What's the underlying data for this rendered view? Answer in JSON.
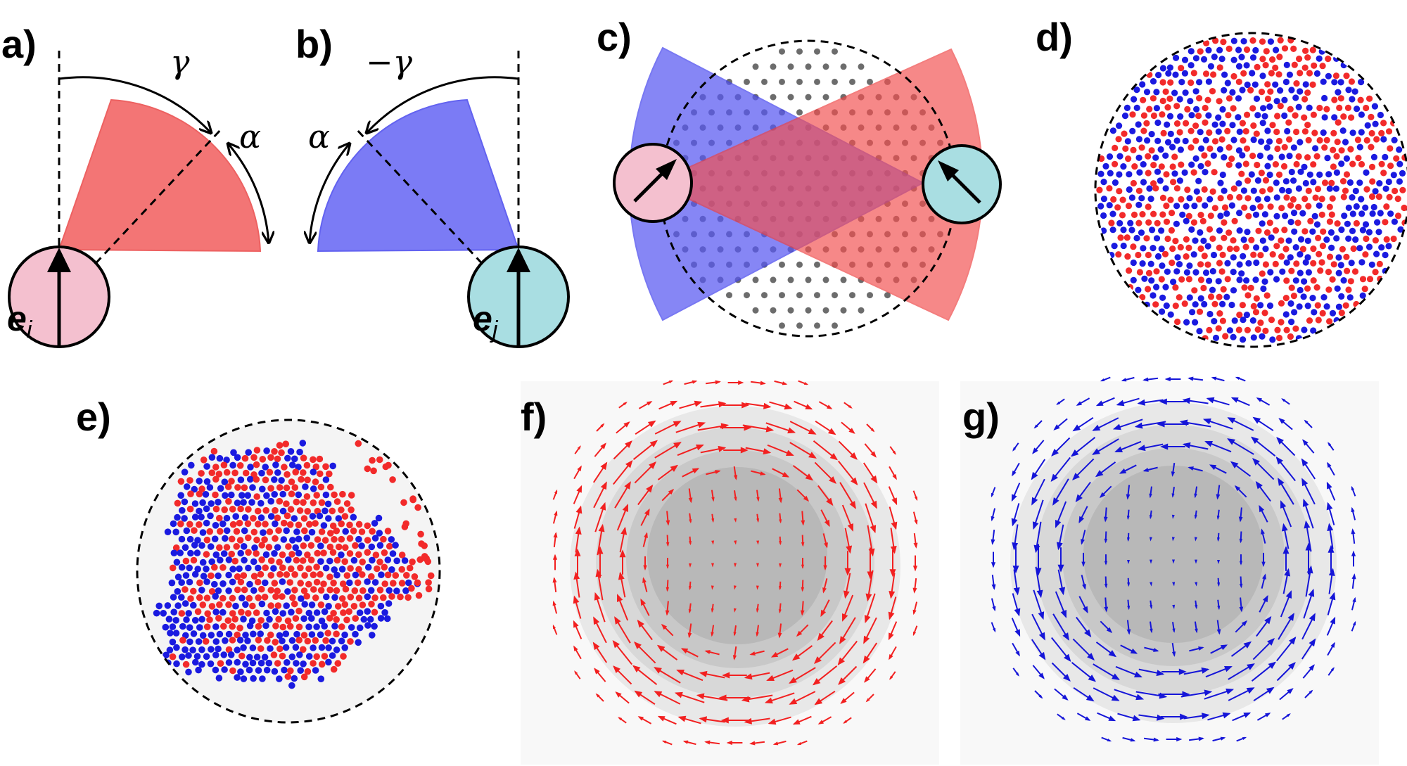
{
  "panels": {
    "a": {
      "label": "a)",
      "angle_label": "γ",
      "alpha_label": "α",
      "vector_base": "e",
      "vector_sub": "i"
    },
    "b": {
      "label": "b)",
      "angle_label": "−γ",
      "alpha_label": "α",
      "vector_base": "e",
      "vector_sub": "j"
    },
    "c": {
      "label": "c)"
    },
    "d": {
      "label": "d)"
    },
    "e": {
      "label": "e)"
    },
    "f": {
      "label": "f)"
    },
    "g": {
      "label": "g)"
    }
  },
  "colors": {
    "red_particle": "#f22a2a",
    "blue_particle": "#1a1ae0",
    "red_cone": "#f26a6a",
    "blue_cone": "#7474f5",
    "pink_disk": "#f4c0cf",
    "cyan_disk": "#a9dee2",
    "red_arrow": "#f22020",
    "blue_arrow": "#1515d8",
    "grey_density": "#b5b5b5"
  }
}
